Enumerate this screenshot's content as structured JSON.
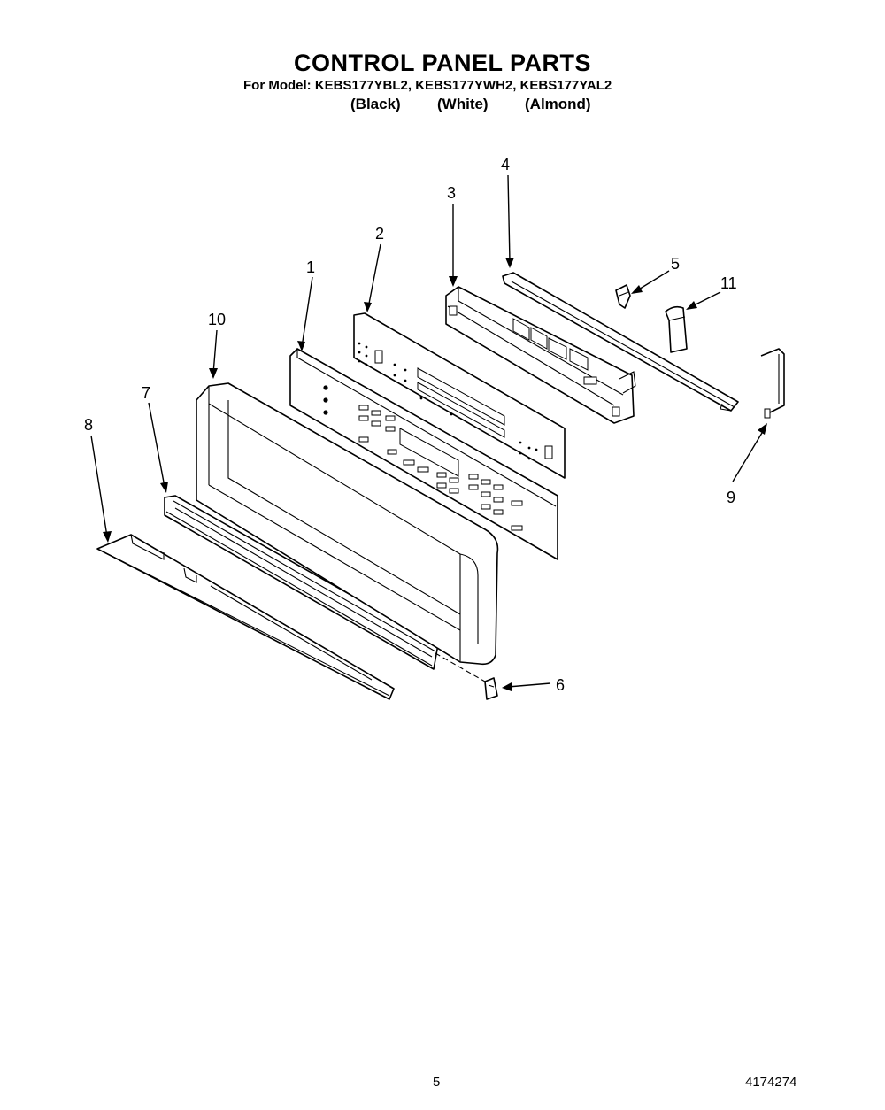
{
  "header": {
    "title": "CONTROL PANEL PARTS",
    "models": "For Model: KEBS177YBL2, KEBS177YWH2, KEBS177YAL2",
    "colors": [
      "(Black)",
      "(White)",
      "(Almond)"
    ]
  },
  "callouts": {
    "c1": "1",
    "c2": "2",
    "c3": "3",
    "c4": "4",
    "c5": "5",
    "c6": "6",
    "c7": "7",
    "c8": "8",
    "c9": "9",
    "c10": "10",
    "c11": "11"
  },
  "footer": {
    "page_number": "5",
    "doc_number": "4174274"
  }
}
